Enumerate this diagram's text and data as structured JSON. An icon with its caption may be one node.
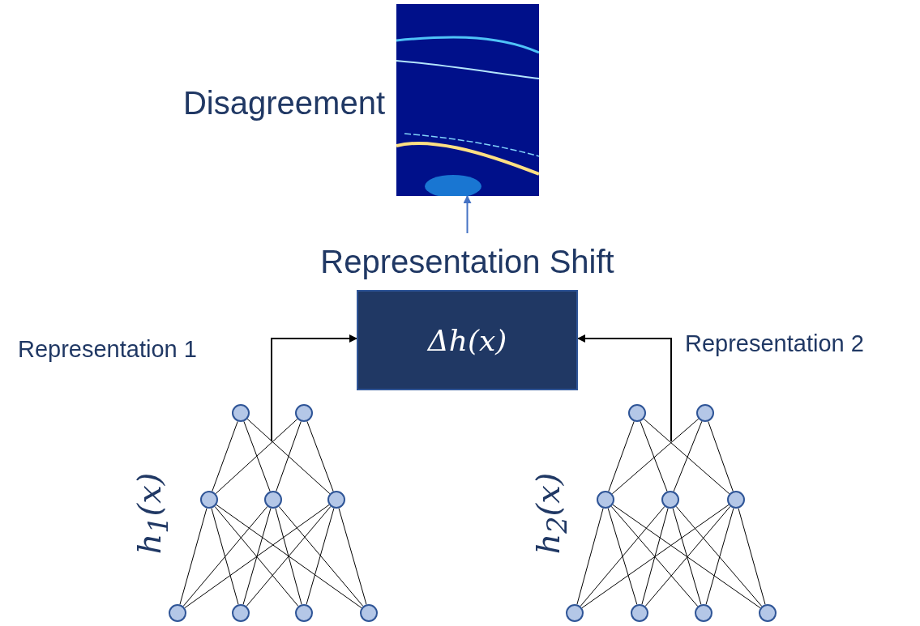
{
  "diagram": {
    "nodes": [
      {
        "text": [],
        "shape": "picture",
        "beside": [
          "Disagreement"
        ]
      },
      {
        "text": [
          "Representation Shift",
          "Δh(x)"
        ]
      },
      {
        "text": [],
        "shape": "circle"
      },
      {
        "text": [],
        "shape": "circle"
      },
      {
        "text": [],
        "shape": "circle"
      },
      {
        "text": [],
        "shape": "circle"
      },
      {
        "text": [],
        "shape": "circle"
      },
      {
        "text": [],
        "shape": "circle"
      },
      {
        "text": [],
        "shape": "circle"
      },
      {
        "text": [],
        "shape": "circle"
      },
      {
        "text": [],
        "shape": "circle"
      },
      {
        "text": [],
        "shape": "circle"
      },
      {
        "text": [],
        "shape": "circle"
      },
      {
        "text": [],
        "shape": "circle"
      },
      {
        "text": [],
        "shape": "circle"
      },
      {
        "text": [],
        "shape": "circle"
      },
      {
        "text": [],
        "shape": "circle"
      },
      {
        "text": [],
        "shape": "circle"
      },
      {
        "text": [],
        "shape": "circle"
      },
      {
        "text": [],
        "shape": "circle"
      }
    ],
    "edges": [
      {
        "from": 1,
        "to": 0,
        "arrow": "to",
        "color": "#4472c4"
      },
      {
        "from": null,
        "to": 1,
        "arrow": "to",
        "label": "Representation 1"
      },
      {
        "from": null,
        "to": 1,
        "arrow": "to",
        "label": "Representation 2"
      },
      {
        "from": 2,
        "to": 4,
        "arrow": "none"
      },
      {
        "from": 2,
        "to": 5,
        "arrow": "none"
      },
      {
        "from": 2,
        "to": 6,
        "arrow": "none"
      },
      {
        "from": 3,
        "to": 4,
        "arrow": "none"
      },
      {
        "from": 3,
        "to": 5,
        "arrow": "none"
      },
      {
        "from": 3,
        "to": 6,
        "arrow": "none"
      },
      {
        "from": 4,
        "to": 7,
        "arrow": "none"
      },
      {
        "from": 4,
        "to": 8,
        "arrow": "none"
      },
      {
        "from": 4,
        "to": 9,
        "arrow": "none"
      },
      {
        "from": 4,
        "to": 10,
        "arrow": "none"
      },
      {
        "from": 5,
        "to": 7,
        "arrow": "none"
      },
      {
        "from": 5,
        "to": 8,
        "arrow": "none"
      },
      {
        "from": 5,
        "to": 9,
        "arrow": "none"
      },
      {
        "from": 5,
        "to": 10,
        "arrow": "none"
      },
      {
        "from": 6,
        "to": 7,
        "arrow": "none"
      },
      {
        "from": 6,
        "to": 8,
        "arrow": "none"
      },
      {
        "from": 6,
        "to": 9,
        "arrow": "none"
      },
      {
        "from": 6,
        "to": 10,
        "arrow": "none"
      },
      {
        "from": 11,
        "to": 13,
        "arrow": "none"
      },
      {
        "from": 11,
        "to": 14,
        "arrow": "none"
      },
      {
        "from": 11,
        "to": 15,
        "arrow": "none"
      },
      {
        "from": 12,
        "to": 13,
        "arrow": "none"
      },
      {
        "from": 12,
        "to": 14,
        "arrow": "none"
      },
      {
        "from": 12,
        "to": 15,
        "arrow": "none"
      },
      {
        "from": 13,
        "to": 16,
        "arrow": "none"
      },
      {
        "from": 13,
        "to": 17,
        "arrow": "none"
      },
      {
        "from": 13,
        "to": 18,
        "arrow": "none"
      },
      {
        "from": 13,
        "to": 19,
        "arrow": "none"
      },
      {
        "from": 14,
        "to": 16,
        "arrow": "none"
      },
      {
        "from": 14,
        "to": 17,
        "arrow": "none"
      },
      {
        "from": 14,
        "to": 18,
        "arrow": "none"
      },
      {
        "from": 14,
        "to": 19,
        "arrow": "none"
      },
      {
        "from": 15,
        "to": 16,
        "arrow": "none"
      },
      {
        "from": 15,
        "to": 17,
        "arrow": "none"
      },
      {
        "from": 15,
        "to": 18,
        "arrow": "none"
      },
      {
        "from": 15,
        "to": 19,
        "arrow": "none"
      }
    ],
    "labels": [
      "h$_{1}$(x)",
      "h$_{2}$(x)"
    ]
  }
}
